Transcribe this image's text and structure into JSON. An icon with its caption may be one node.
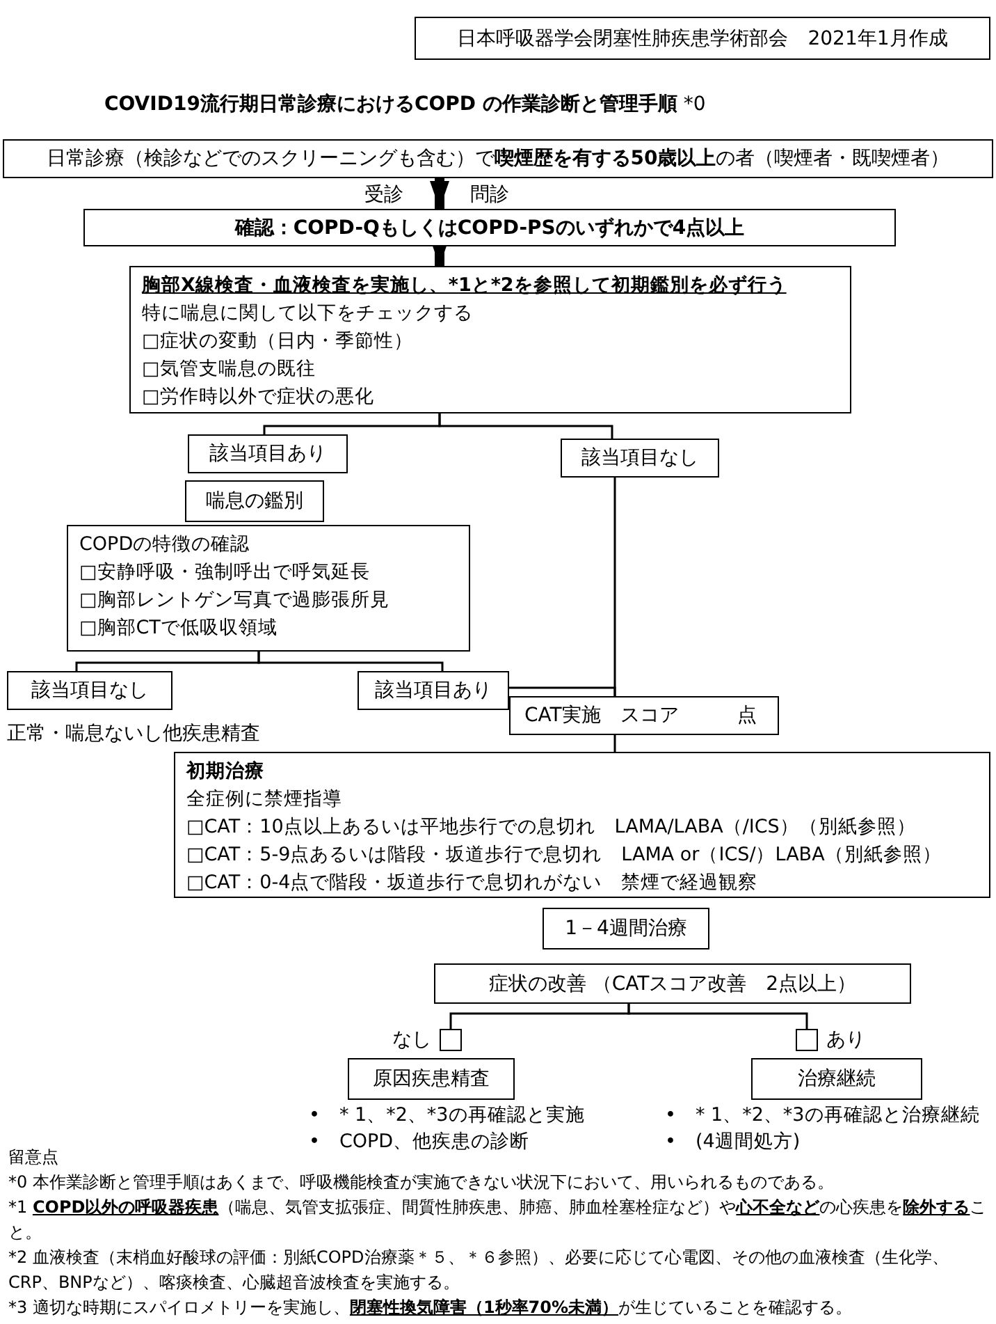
{
  "diagram": {
    "title": "**COVID19流行期日常診療におけるCOPD の作業診断と管理手順** *0",
    "nodes": [
      {
        "text": [
          "日本呼吸器学会閉塞性肺疾患学術部会　2021年1月作成"
        ]
      },
      {
        "text": [
          "日常診療（検診などでのスクリーニングも含む）で**喫煙歴を有する50歳以上**の者（喫煙者・既喫煙者）"
        ]
      },
      {
        "text": [
          "確認：COPD-QもしくはCOPD-PSのいずれかで4点以上"
        ]
      },
      {
        "text": [
          "胸部X線検査・血液検査を実施し、*1と*2を参照して初期鑑別を必ず行う",
          "特に喘息に関して以下をチェックする",
          "□症状の変動（日内・季節性）",
          "□気管支喘息の既往",
          "□労作時以外で症状の悪化"
        ]
      },
      {
        "text": [
          "該当項目あり"
        ]
      },
      {
        "text": [
          "該当項目なし"
        ]
      },
      {
        "text": [
          "喘息の鑑別"
        ]
      },
      {
        "text": [
          "COPDの特徴の確認",
          "□安静呼吸・強制呼出で呼気延長",
          "□胸部レントゲン写真で過膨張所見",
          "□胸部CTで低吸収領域"
        ]
      },
      {
        "text": [
          "該当項目なし"
        ],
        "beside": [
          "正常・喘息ないし他疾患精査"
        ]
      },
      {
        "text": [
          "該当項目あり"
        ]
      },
      {
        "text": [
          "CAT実施　スコア　　　点"
        ]
      },
      {
        "text": [
          "初期治療",
          "全症例に禁煙指導",
          "□CAT：10点以上あるいは平地歩行での息切れ　LAMA/LABA（/ICS）（別紙参照）",
          "□CAT：5-9点あるいは階段・坂道歩行で息切れ　LAMA or（ICS/）LABA（別紙参照）",
          "□CAT：0-4点で階段・坂道歩行で息切れがない　禁煙で経過観察"
        ]
      },
      {
        "text": [
          "1－4週間治療"
        ]
      },
      {
        "text": [
          "症状の改善 （CATスコア改善　2点以上）"
        ]
      },
      {
        "text": [],
        "shape": "box",
        "beside": [
          "なし"
        ]
      },
      {
        "text": [],
        "shape": "box",
        "beside": [
          "あり"
        ]
      },
      {
        "text": [
          "原因疾患精査"
        ],
        "beside": [
          "•　* 1、*2、*3の再確認と実施",
          "•　COPD、他疾患の診断"
        ]
      },
      {
        "text": [
          "治療継続"
        ],
        "beside": [
          "•　* 1、*2、*3の再確認と治療継続",
          "•　(4週間処方)"
        ]
      }
    ],
    "edges": [
      {
        "from": 1,
        "to": 2,
        "arrow": "to",
        "style": "thick"
      },
      {
        "from": 2,
        "to": 3,
        "arrow": "to",
        "style": "thick"
      },
      {
        "from": 3,
        "to": 4,
        "arrow": "none"
      },
      {
        "from": 3,
        "to": 5,
        "arrow": "none"
      },
      {
        "from": 7,
        "to": 8,
        "arrow": "none"
      },
      {
        "from": 7,
        "to": 9,
        "arrow": "none"
      },
      {
        "from": 5,
        "to": 10,
        "arrow": "none"
      },
      {
        "from": 9,
        "to": 10,
        "arrow": "none"
      },
      {
        "from": 10,
        "to": 11,
        "arrow": "none"
      },
      {
        "from": 13,
        "to": 14,
        "arrow": "none"
      },
      {
        "from": 13,
        "to": 15,
        "arrow": "none"
      }
    ],
    "labels": [
      "受診",
      "問診",
      "留意点",
      "*0 本作業診断と管理手順はあくまで、呼吸機能検査が実施できない状況下において、用いられるものである。",
      "*1 **COPD以外の呼吸器疾患**（喘息、気管支拡張症、間質性肺疾患、肺癌、肺血栓塞栓症など）や**心不全など**の心疾患を**除外する**こと。",
      "*2 血液検査（末梢血好酸球の評価：別紙COPD治療薬＊５、＊６参照）、必要に応じて心電図、その他の血液検査（生化学、CRP、BNPなど）、喀痰検査、心臓超音波検査を実施する。",
      "*3 適切な時期にスパイロメトリーを実施し、**閉塞性換気障害（1秒率70%未満）**が生じていることを確認する。"
    ]
  }
}
